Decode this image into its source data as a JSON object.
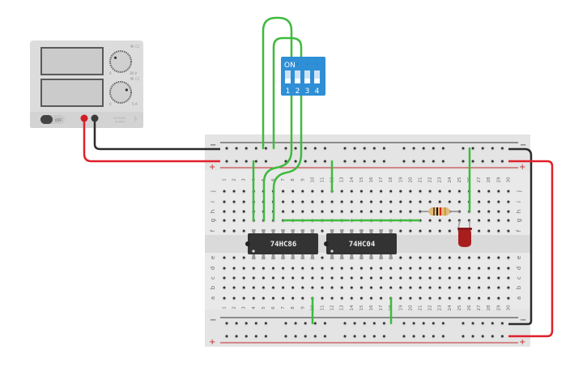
{
  "power_supply": {
    "switch_label": "OFF",
    "knob1_label": "CC",
    "knob1_min": "0",
    "knob1_max": "30 V",
    "knob2_label": "CC",
    "knob2_min": "0",
    "knob2_max": "5 A",
    "brand_line1": "VOLTAGE",
    "brand_line2": "SUPPLY",
    "knob1_level": 0.3,
    "knob2_level": 0.75
  },
  "dip_switch": {
    "on_label": "ON",
    "switch_numbers": [
      "1",
      "2",
      "3",
      "4"
    ],
    "color": "#2f8fd6"
  },
  "breadboard": {
    "columns": [
      "1",
      "2",
      "3",
      "4",
      "5",
      "6",
      "7",
      "8",
      "9",
      "10",
      "11",
      "12",
      "13",
      "14",
      "15",
      "16",
      "17",
      "18",
      "19",
      "20",
      "21",
      "22",
      "23",
      "24",
      "25",
      "26",
      "27",
      "28",
      "29",
      "30"
    ],
    "top_rows": [
      "j",
      "i",
      "h",
      "g",
      "f"
    ],
    "bottom_rows": [
      "e",
      "d",
      "c",
      "b",
      "a"
    ],
    "rail_minus": "−",
    "rail_plus": "+"
  },
  "chips": [
    {
      "label": "74HC86"
    },
    {
      "label": "74HC04"
    }
  ],
  "components": {
    "resistor": "resistor",
    "led_color": "#a81e1e"
  },
  "colors": {
    "wire_green": "#3dbb3d",
    "wire_red": "#e0202a",
    "wire_black": "#2b2b2b",
    "rail_red": "#c0282a"
  }
}
